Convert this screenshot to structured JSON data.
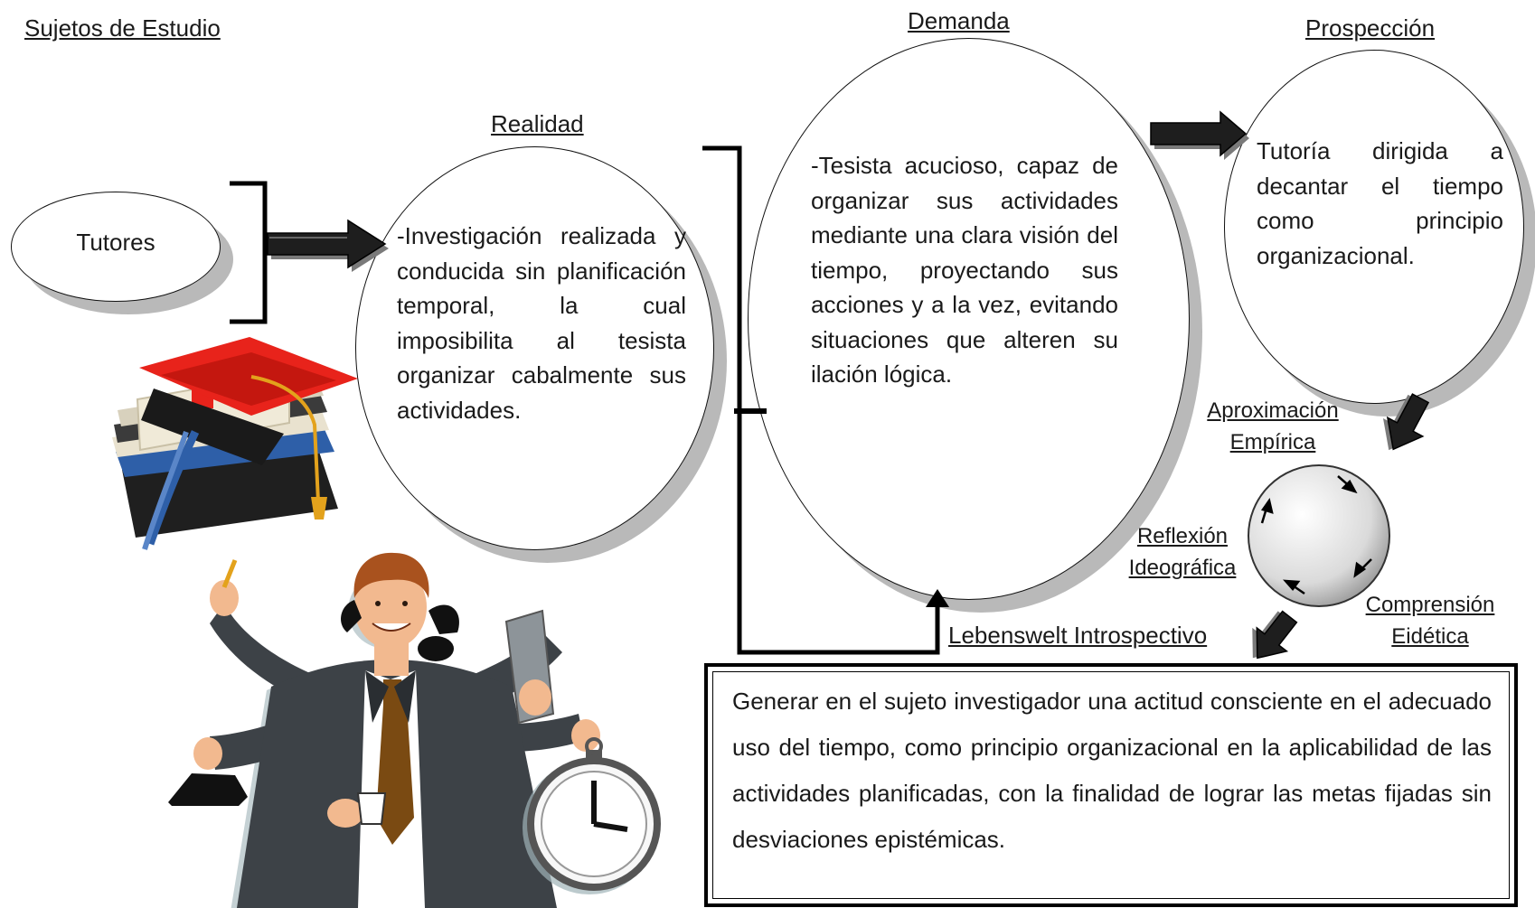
{
  "labels": {
    "sujetos": "Sujetos de Estudio",
    "realidad": "Realidad",
    "demanda": "Demanda",
    "prospeccion": "Prospección",
    "aproximacion_1": "Aproximación",
    "aproximacion_2": "Empírica",
    "reflexion_1": "Reflexión",
    "reflexion_2": "Ideográfica",
    "comprension_1": "Comprensión",
    "comprension_2": "Eidética",
    "lebenswelt": "Lebenswelt Introspectivo"
  },
  "nodes": {
    "tutores": "Tutores",
    "realidad_text": "-Investigación realizada y conducida sin planificación temporal, la cual imposibilita al tesista organizar cabalmente sus actividades.",
    "demanda_text": "-Tesista acucioso, capaz de organizar sus actividades mediante una clara visión del tiempo, proyectando sus acciones y a la vez, evitando situaciones que alteren su ilación lógica.",
    "prospeccion_text": "Tutoría dirigida a decantar el tiempo como principio organizacional."
  },
  "goal": "Generar en el sujeto investigador una actitud consciente en el adecuado uso del tiempo, como principio organizacional en la aplicabilidad de las actividades planificadas, con la finalidad de lograr las metas fijadas sin desviaciones epistémicas.",
  "colors": {
    "cap": "#e8231b",
    "tassel": "#e3a21c",
    "suit": "#3d4247",
    "tie": "#7a4a12",
    "skin": "#f2b98f",
    "shadow": "#b9b9b9"
  },
  "icons": [
    "graduation-cap-books-icon",
    "busy-businessman-icon",
    "alarm-clock-icon",
    "cycle-icon"
  ]
}
